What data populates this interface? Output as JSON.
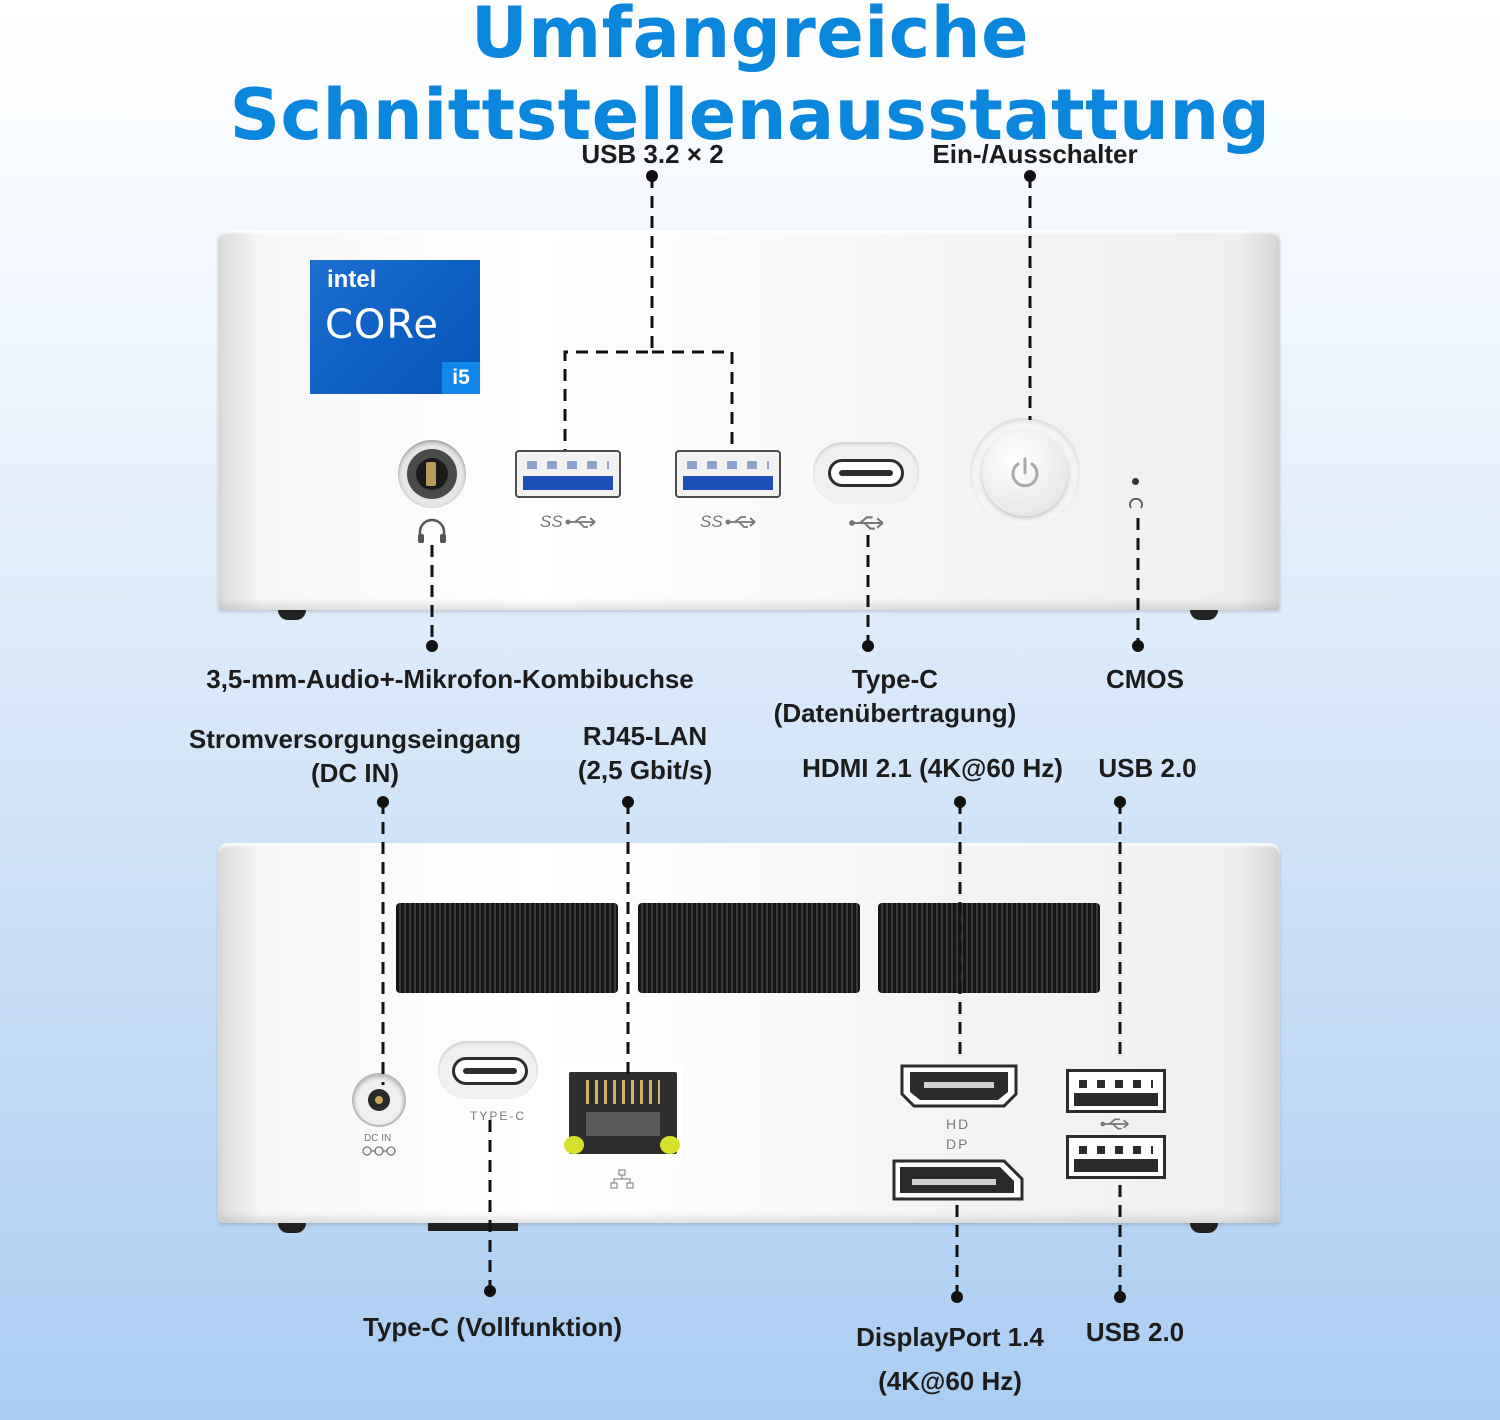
{
  "title": "Umfangreiche Schnittstellenausstattung",
  "colors": {
    "title": "#0b86dd",
    "label": "#1c1c1c",
    "intel_blue": "#0e5fc4",
    "usb3_blue": "#1d4fb8",
    "led_yellow": "#d7e02a"
  },
  "front_labels": {
    "usb32": "USB 3.2 × 2",
    "power": "Ein-/Ausschalter",
    "audio": "3,5-mm-Audio+-Mikrofon-Kombibuchse",
    "typec_data_line1": "Type-C",
    "typec_data_line2": "(Datenübertragung)",
    "cmos": "CMOS"
  },
  "rear_labels": {
    "dcin_line1": "Stromversorgungseingang",
    "dcin_line2": "(DC IN)",
    "rj45_line1": "RJ45-LAN",
    "rj45_line2": "(2,5 Gbit/s)",
    "hdmi": "HDMI 2.1 (4K@60 Hz)",
    "usb20_top": "USB 2.0",
    "typec_full": "Type-C (Vollfunktion)",
    "dp_line1": "DisplayPort 1.4",
    "dp_line2": "(4K@60 Hz)",
    "usb20_bottom": "USB 2.0"
  },
  "intel_badge": {
    "brand": "intel",
    "family": "CORe",
    "tier": "i5"
  },
  "device_print": {
    "ss_mark": "SS",
    "typec_rear": "TYPE-C",
    "hd": "HD",
    "dp": "DP",
    "dc_in": "DC IN"
  },
  "icons": [
    "headphone-icon",
    "usb-icon",
    "power-icon",
    "reset-icon",
    "network-icon",
    "dc-polarity-icon"
  ]
}
